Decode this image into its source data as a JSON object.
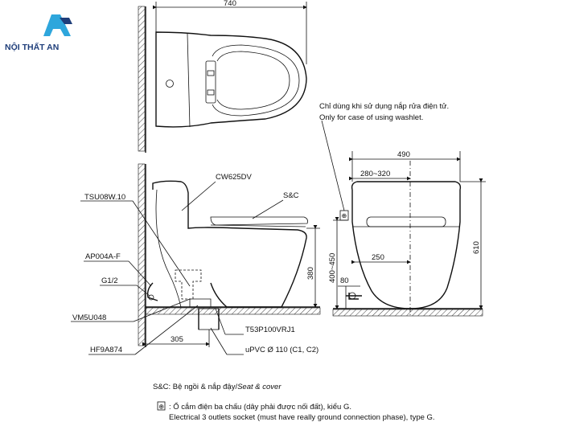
{
  "logo": {
    "text": "NỘI THẤT AN"
  },
  "dimensions": {
    "top_width": "740",
    "front_width": "490",
    "seat_range": "280~320",
    "drain_offset": "250",
    "inlet_height": "80",
    "rear_offset": "305",
    "seat_height": "380",
    "height_range": "400~450",
    "total_height": "610"
  },
  "parts": {
    "cw625dv": "CW625DV",
    "sc": "S&C",
    "tsu08w": "TSU08W.10",
    "ap004a": "AP004A-F",
    "g12": "G1/2",
    "vm5u048": "VM5U048",
    "hf9a874": "HF9A874",
    "t53p100": "T53P100VRJ1",
    "upvc": "uPVC Ø 110 (C1, C2)"
  },
  "notes": {
    "washlet_vi": "Chỉ dùng khi sử dụng nắp rửa điện tử.",
    "washlet_en": "Only for case of using washlet.",
    "legend_sc_code": "S&C: Bệ ngồi & nắp đậy/",
    "legend_sc_en": "Seat & cover",
    "legend_socket_vi": ": Ổ cắm điện ba chấu (dây phải được nối đất), kiểu G.",
    "legend_socket_en": "Electrical 3 outlets socket (must have really ground connection phase), type G."
  }
}
